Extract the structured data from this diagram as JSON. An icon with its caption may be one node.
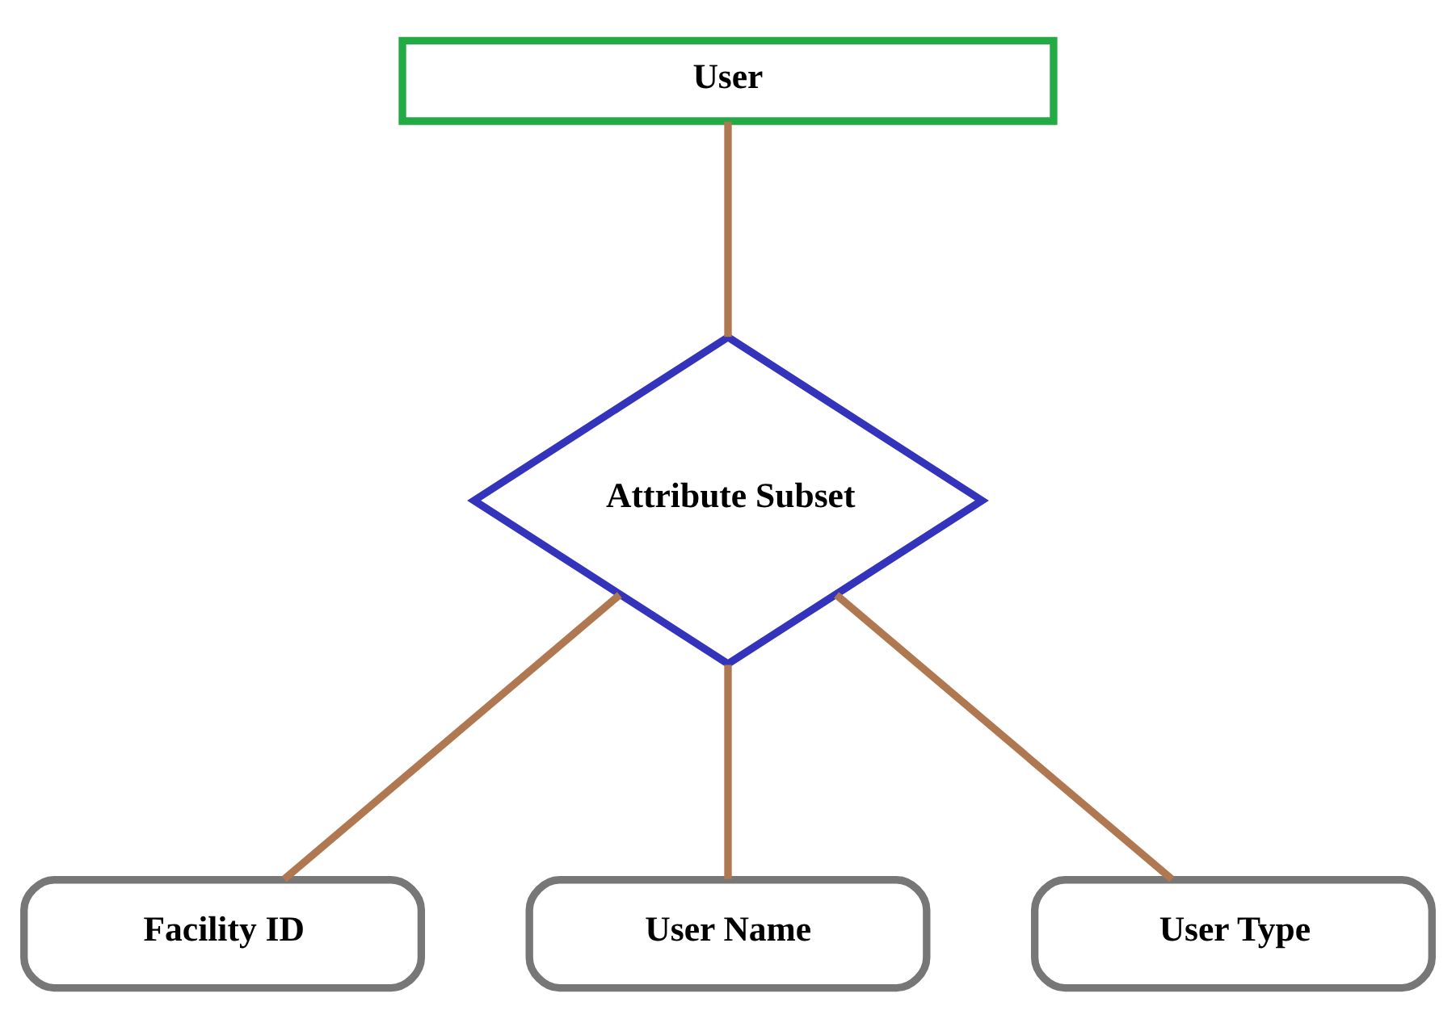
{
  "diagram": {
    "nodes": [
      {
        "text": [
          "User"
        ]
      },
      {
        "text": [
          "Attribute Subset"
        ]
      },
      {
        "text": [
          "Facility ID"
        ]
      },
      {
        "text": [
          "User Name"
        ]
      },
      {
        "text": [
          "User Type"
        ]
      }
    ],
    "edges": [
      {
        "from": 0,
        "to": 1,
        "arrow": "none"
      },
      {
        "from": 1,
        "to": 2,
        "arrow": "none"
      },
      {
        "from": 1,
        "to": 3,
        "arrow": "none"
      },
      {
        "from": 1,
        "to": 4,
        "arrow": "none"
      }
    ]
  }
}
